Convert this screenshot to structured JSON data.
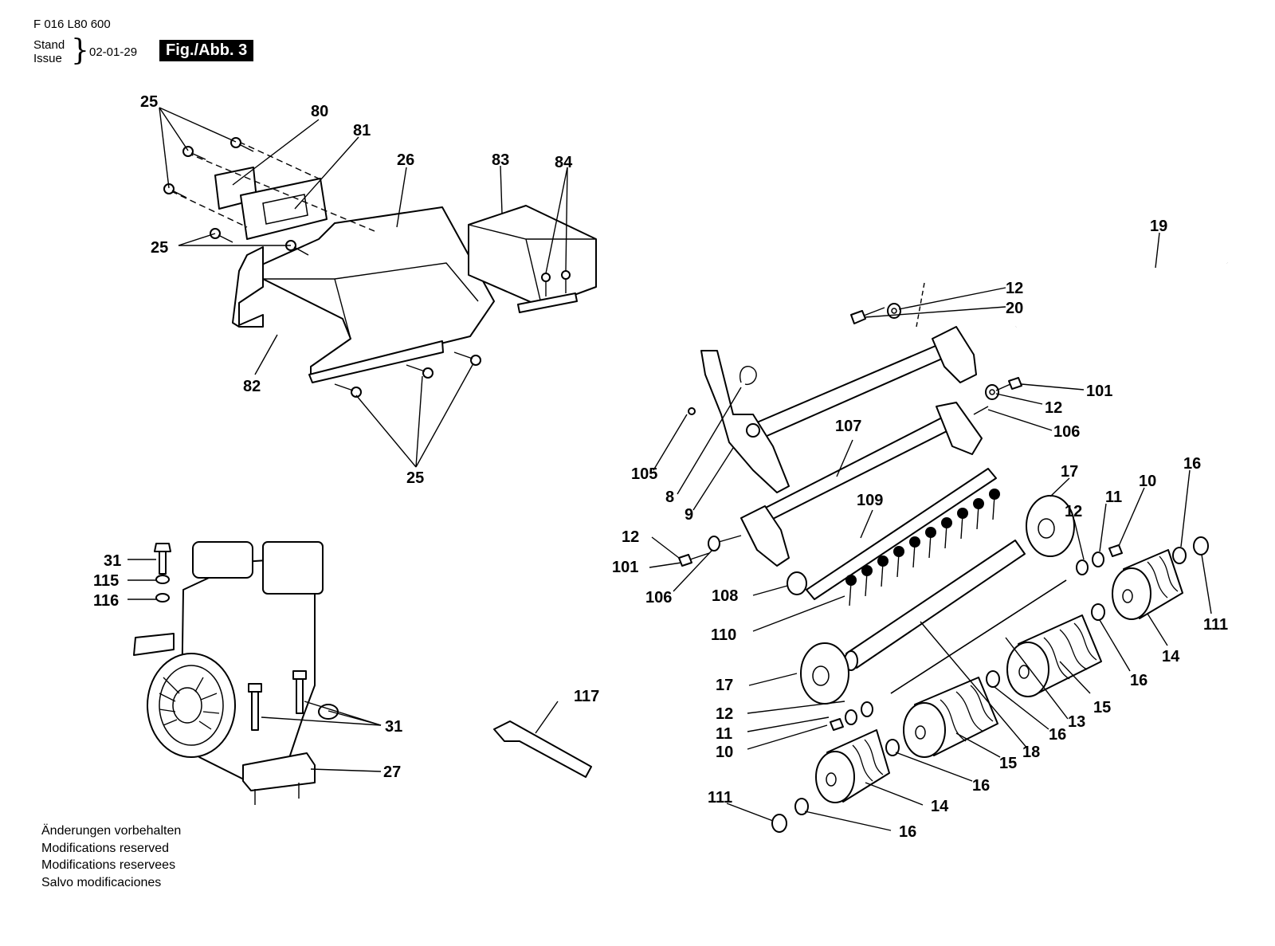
{
  "header": {
    "doc_number": "F 016 L80 600",
    "stand_label": "Stand",
    "issue_label": "Issue",
    "date": "02-01-29",
    "figure_label": "Fig./Abb. 3"
  },
  "footer": {
    "lines": [
      "Änderungen vorbehalten",
      "Modifications reserved",
      "Modifications reservees",
      "Salvo modificaciones"
    ]
  },
  "callouts": {
    "c25a": "25",
    "c80": "80",
    "c81": "81",
    "c26": "26",
    "c83": "83",
    "c84": "84",
    "c25b": "25",
    "c82": "82",
    "c25c": "25",
    "c31a": "31",
    "c115": "115",
    "c116": "116",
    "c31b": "31",
    "c27": "27",
    "c117": "117",
    "c19": "19",
    "c12a": "12",
    "c20": "20",
    "c101a": "101",
    "c12b": "12",
    "c106a": "106",
    "c107": "107",
    "c105": "105",
    "c8": "8",
    "c9": "9",
    "c109": "109",
    "c17a": "17",
    "c16a": "16",
    "c10a": "10",
    "c11a": "11",
    "c12c": "12",
    "c12d": "12",
    "c101b": "101",
    "c106b": "106",
    "c108": "108",
    "c110": "110",
    "c111a": "111",
    "c14a": "14",
    "c16b": "16",
    "c17b": "17",
    "c15a": "15",
    "c13": "13",
    "c16c": "16",
    "c18": "18",
    "c12e": "12",
    "c11b": "11",
    "c10b": "10",
    "c15b": "15",
    "c16d": "16",
    "c14b": "14",
    "c111b": "111",
    "c16e": "16"
  }
}
